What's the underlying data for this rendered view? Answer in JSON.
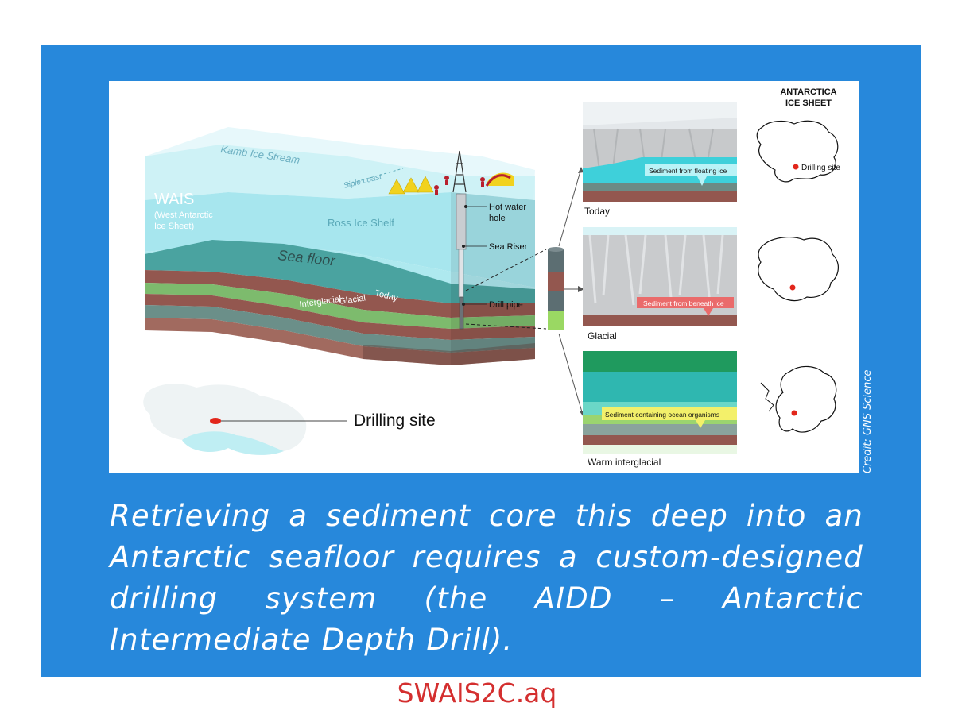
{
  "caption": "Retrieving a sediment core this deep into an Antarctic seafloor requires a custom-designed drilling system (the AIDD – Antarctic Intermediate Depth Drill).",
  "credit": "Credit: GNS Science",
  "site": "SWAIS2C.aq",
  "block": {
    "kamb": "Kamb Ice Stream",
    "siple": "Siple coast",
    "wais": "WAIS",
    "wais_full_1": "(West Antarctic",
    "wais_full_2": "Ice Sheet)",
    "ross": "Ross Ice Shelf",
    "sea_floor": "Sea floor",
    "today": "Today",
    "glacial": "Glacial",
    "interglacial": "Interglacial",
    "hot_water_1": "Hot water",
    "hot_water_2": "hole",
    "sea_riser": "Sea Riser",
    "drill_pipe": "Drill pipe",
    "drilling_site": "Drilling site"
  },
  "panels": {
    "today_label": "Today",
    "today_sediment": "Sediment from floating ice",
    "glacial_label": "Glacial",
    "glacial_sediment": "Sediment from beneath ice",
    "warm_label": "Warm interglacial",
    "warm_sediment": "Sediment containing ocean organisms"
  },
  "maps": {
    "title_1": "ANTARCTICA",
    "title_2": "ICE SHEET",
    "drilling_site": "Drilling site"
  },
  "colors": {
    "panel_blue": "#2788db",
    "site_red": "#d42f2f",
    "ice": "#9fe2ec",
    "sea_floor": "#4aa3a0",
    "layer_brown": "#93574f",
    "layer_green": "#7dbb6d",
    "layer_slate": "#5a6e6a"
  }
}
